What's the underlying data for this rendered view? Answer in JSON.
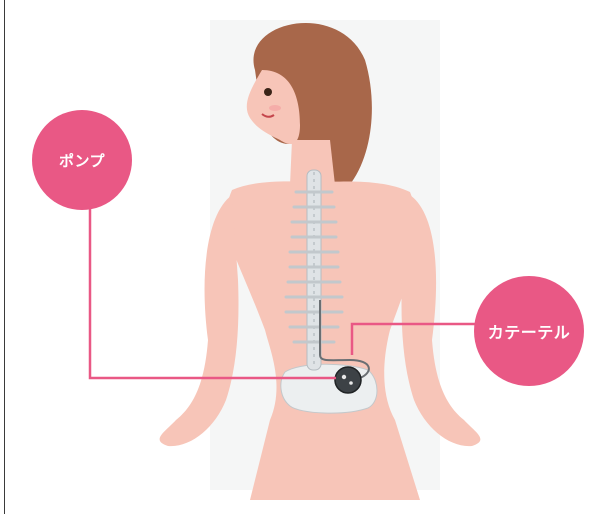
{
  "labels": {
    "pump": "ポンプ",
    "catheter": "カテーテル"
  },
  "colors": {
    "accent": "#e95885",
    "skin": "#f7c5b8",
    "hair": "#a8674a",
    "spine": "#dfe3e6"
  },
  "icons": {
    "person": "woman-back-figure",
    "spine": "spine-illustration",
    "pump": "pump-device-icon",
    "catheter": "catheter-tube"
  }
}
